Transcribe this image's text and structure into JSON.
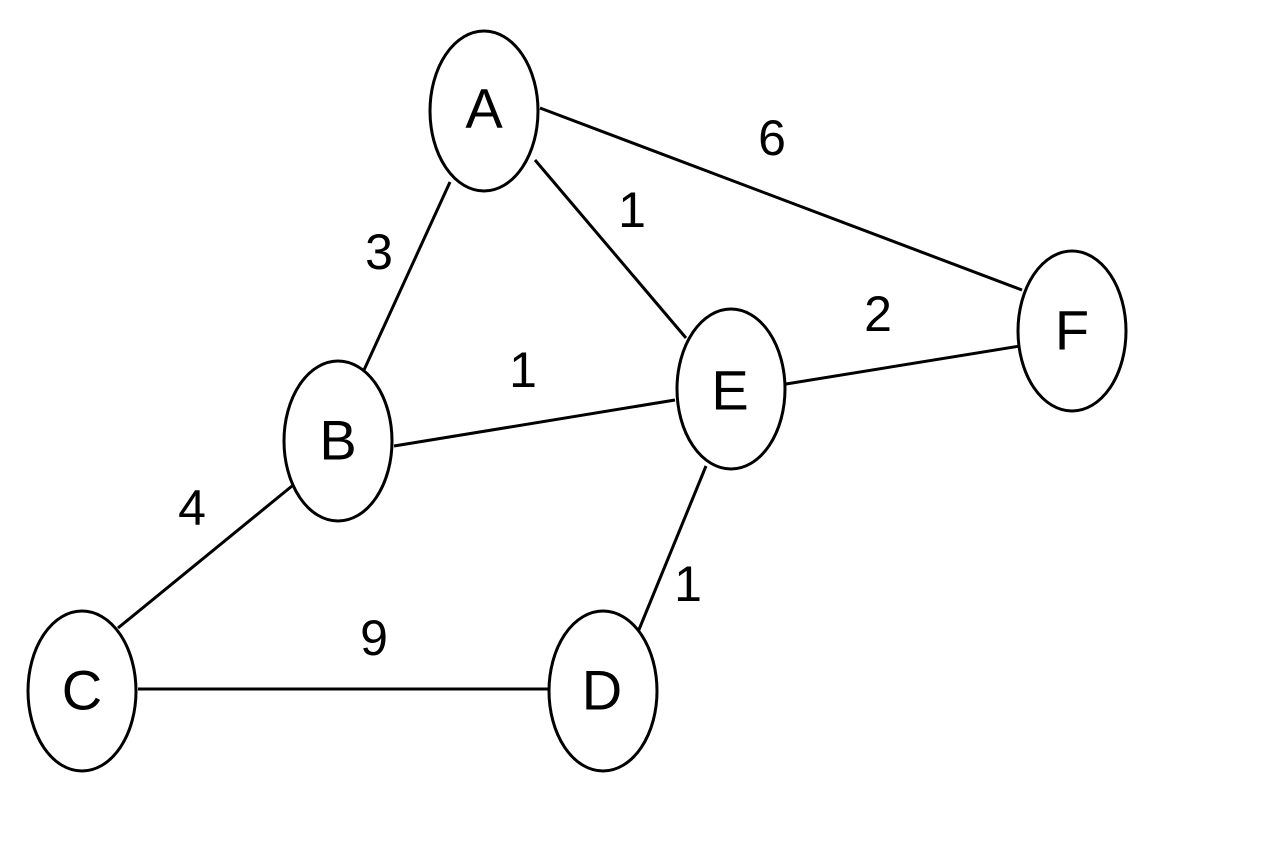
{
  "graph": {
    "nodes": [
      {
        "id": "A",
        "label": "A"
      },
      {
        "id": "B",
        "label": "B"
      },
      {
        "id": "C",
        "label": "C"
      },
      {
        "id": "D",
        "label": "D"
      },
      {
        "id": "E",
        "label": "E"
      },
      {
        "id": "F",
        "label": "F"
      }
    ],
    "edges": [
      {
        "from": "A",
        "to": "F",
        "weight": "6"
      },
      {
        "from": "A",
        "to": "E",
        "weight": "1"
      },
      {
        "from": "A",
        "to": "B",
        "weight": "3"
      },
      {
        "from": "B",
        "to": "E",
        "weight": "1"
      },
      {
        "from": "E",
        "to": "F",
        "weight": "2"
      },
      {
        "from": "B",
        "to": "C",
        "weight": "4"
      },
      {
        "from": "C",
        "to": "D",
        "weight": "9"
      },
      {
        "from": "E",
        "to": "D",
        "weight": "1"
      }
    ]
  }
}
